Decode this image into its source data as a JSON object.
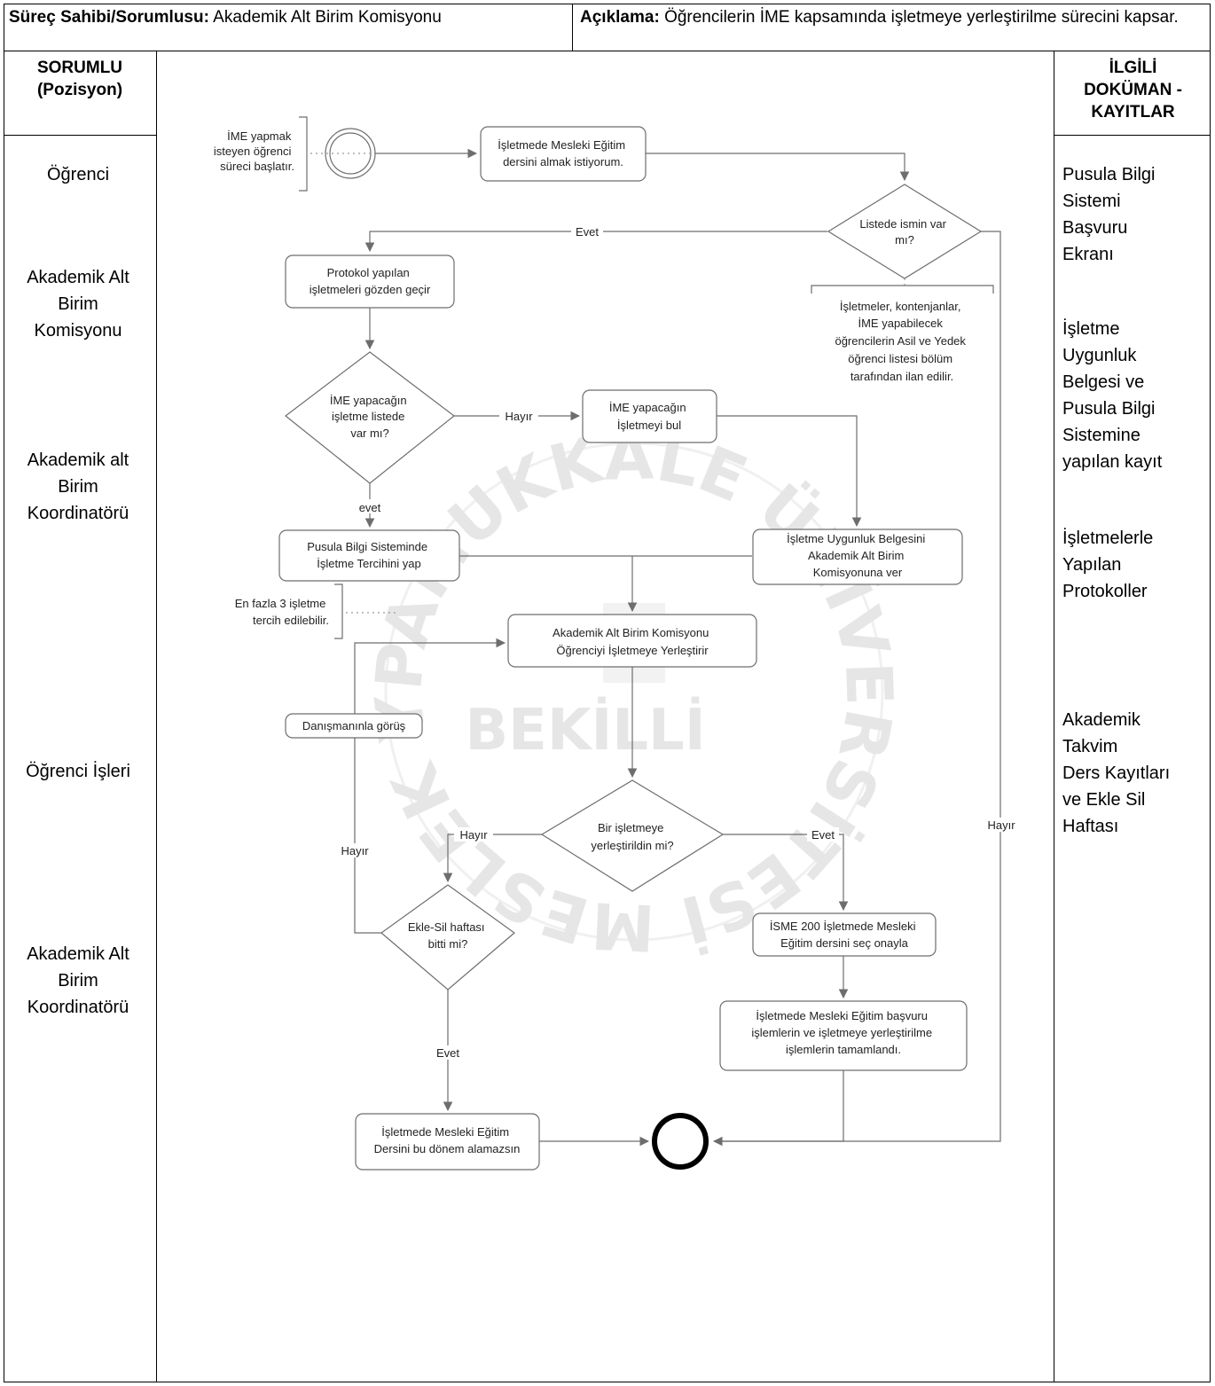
{
  "header": {
    "owner_label": "Süreç Sahibi/Sorumlusu:",
    "owner_value": "Akademik Alt Birim Komisyonu",
    "desc_label": "Açıklama:",
    "desc_value": "Öğrencilerin İME kapsamında işletmeye yerleştirilme sürecini kapsar."
  },
  "columns": {
    "left_title": [
      "SORUMLU",
      "(Pozisyon)"
    ],
    "right_title": [
      "İLGİLİ",
      "DOKÜMAN -",
      "KAYITLAR"
    ]
  },
  "roles": [
    [
      "Öğrenci"
    ],
    [
      "Akademik Alt",
      "Birim",
      "Komisyonu"
    ],
    [
      "Akademik alt",
      "Birim",
      "Koordinatörü"
    ],
    [
      "Öğrenci İşleri"
    ],
    [
      "Akademik Alt",
      "Birim",
      "Koordinatörü"
    ]
  ],
  "documents": [
    [
      "Pusula Bilgi",
      "Sistemi",
      "Başvuru",
      "Ekranı"
    ],
    [
      "İşletme",
      "Uygunluk",
      "Belgesi ve",
      "Pusula Bilgi",
      "Sistemine",
      "yapılan kayıt"
    ],
    [
      "İşletmelerle",
      "Yapılan",
      "Protokoller"
    ],
    [
      "Akademik",
      "Takvim",
      "Ders Kayıtları",
      "ve Ekle Sil",
      "Haftası"
    ]
  ],
  "flow": {
    "start_note": [
      "İME yapmak",
      "isteyen öğrenci",
      "süreci başlatır."
    ],
    "step_want": [
      "İşletmede Mesleki Eğitim",
      "dersini almak istiyorum."
    ],
    "q_in_list": [
      "Listede ismin var",
      "mı?"
    ],
    "list_note": [
      "İşletmeler, kontenjanlar,",
      "İME yapabilecek",
      "öğrencilerin Asil ve Yedek",
      "öğrenci listesi bölüm",
      "tarafından ilan edilir."
    ],
    "step_review": [
      "Protokol yapılan",
      "işletmeleri gözden geçir"
    ],
    "q_company_listed": [
      "İME yapacağın",
      "işletme listede",
      "var mı?"
    ],
    "step_find": [
      "İME yapacağın",
      "İşletmeyi bul"
    ],
    "step_pusula": [
      "Pusula Bilgi Sisteminde",
      "İşletme Tercihini yap"
    ],
    "step_certificate": [
      "İşletme Uygunluk Belgesini",
      "Akademik Alt Birim",
      "Komisyonuna ver"
    ],
    "pref_note": [
      "En fazla 3 işletme",
      "tercih edilebilir."
    ],
    "step_place": [
      "Akademik Alt Birim Komisyonu",
      "Öğrenciyi İşletmeye Yerleştirir"
    ],
    "step_advisor": [
      "Danışmanınla görüş"
    ],
    "q_placed": [
      "Bir işletmeye",
      "yerleştirildin mi?"
    ],
    "q_week_over": [
      "Ekle-Sil haftası",
      "bitti mi?"
    ],
    "step_isme": [
      "İSME 200 İşletmede Mesleki",
      "Eğitim dersini seç onayla"
    ],
    "step_done": [
      "İşletmede Mesleki Eğitim başvuru",
      "işlemlerin ve işletmeye yerleştirilme",
      "işlemlerin tamamlandı."
    ],
    "step_cannot": [
      "İşletmede Mesleki Eğitim",
      "Dersini bu dönem alamazsın"
    ],
    "edge_evet": "Evet",
    "edge_evet_lower": "evet",
    "edge_hayir": "Hayır"
  },
  "watermark": {
    "ring_text": "PAMUKKALE ÜNİVERSİTESİ MESLEK YÜKSEKOKULU",
    "center_text": "BEKİLLİ"
  }
}
